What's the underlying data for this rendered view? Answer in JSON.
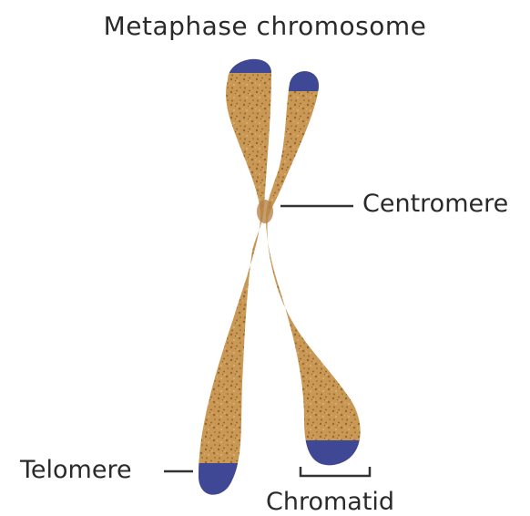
{
  "title": "Metaphase chromosome",
  "labels": {
    "centromere": "Centromere",
    "telomere": "Telomere",
    "chromatid": "Chromatid"
  },
  "colors": {
    "chromatin": "#c99855",
    "chromatin_texture": "#8a5a24",
    "telomere_cap": "#3e4894",
    "leader_line": "#333333"
  }
}
